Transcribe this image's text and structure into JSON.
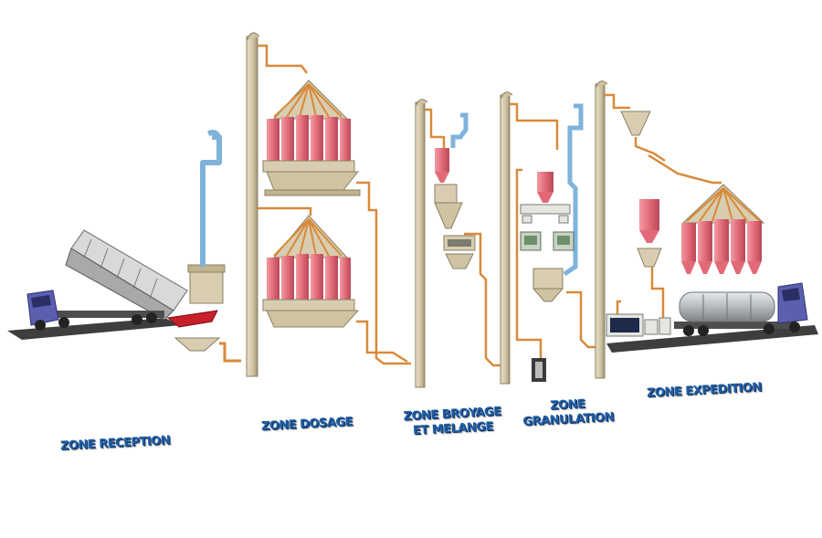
{
  "zones": {
    "reception": "ZONE RECEPTION",
    "dosage": "ZONE DOSAGE",
    "broyage_line1": "ZONE BROYAGE",
    "broyage_line2": "ET MELANGE",
    "granulation_line1": "ZONE",
    "granulation_line2": "GRANULATION",
    "expedition": "ZONE EXPEDITION"
  },
  "colors": {
    "label_blue": "#1f5fa8",
    "silo_pink": "#e26a78",
    "frame_beige": "#d8cdb0",
    "pipe_orange": "#d88a3a",
    "pipe_blue": "#7fb3db",
    "truck_blue": "#5a5fb0",
    "hopper_red": "#c8202a",
    "ground_dark": "#3e3e3e",
    "tank_grey": "#b9bdc1"
  }
}
